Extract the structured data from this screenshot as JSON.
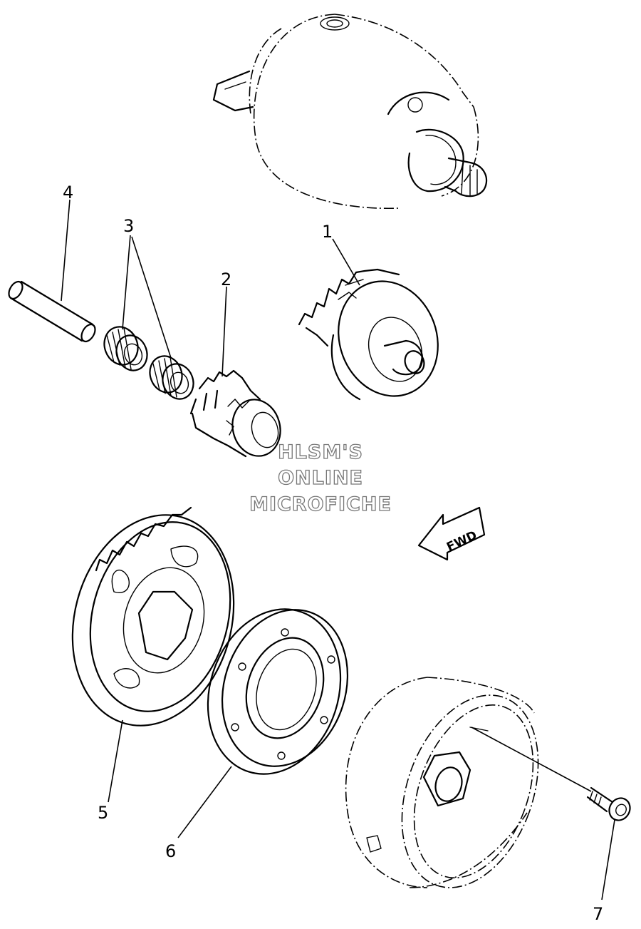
{
  "callouts": [
    {
      "id": "1",
      "label": "1"
    },
    {
      "id": "2",
      "label": "2"
    },
    {
      "id": "3",
      "label": "3"
    },
    {
      "id": "4",
      "label": "4"
    },
    {
      "id": "5",
      "label": "5"
    },
    {
      "id": "6",
      "label": "6"
    },
    {
      "id": "7",
      "label": "7"
    }
  ],
  "watermark": {
    "line1": "HLSM'S",
    "line2": "ONLINE",
    "line3": "MICROFICHE"
  },
  "direction_arrow": {
    "label": "FWD"
  }
}
